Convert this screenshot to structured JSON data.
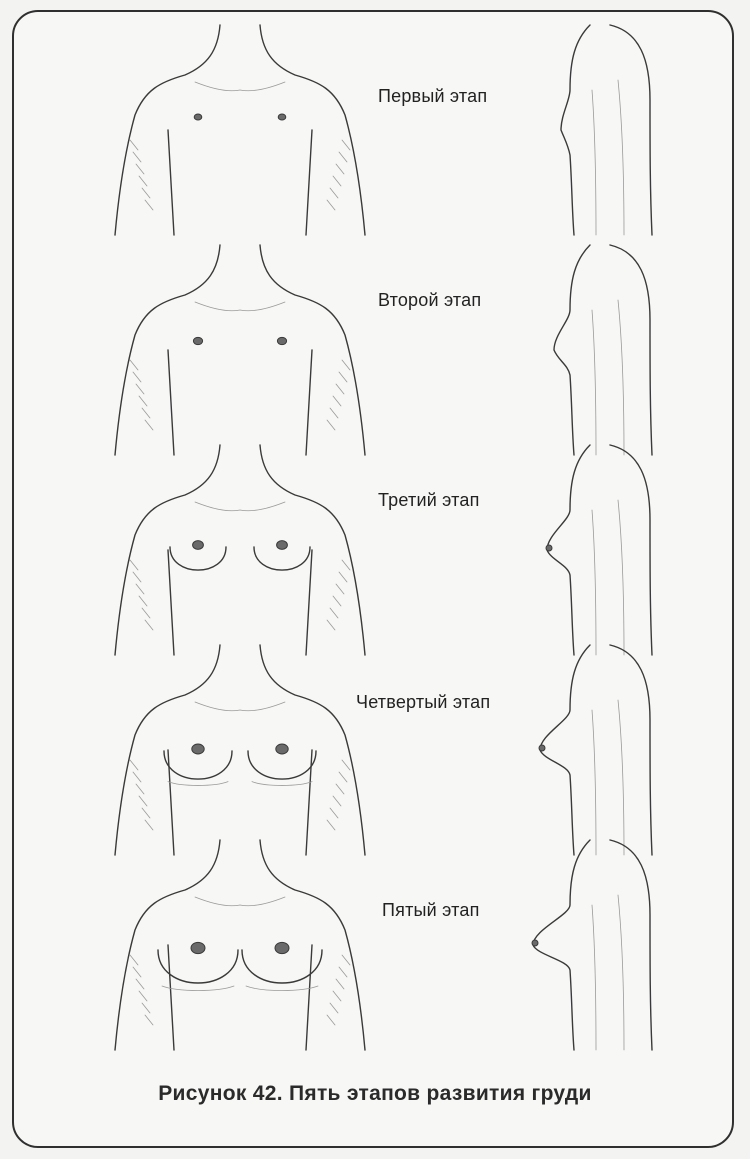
{
  "stages": [
    {
      "label": "Первый этап",
      "level": 1
    },
    {
      "label": "Второй этап",
      "level": 2
    },
    {
      "label": "Третий этап",
      "level": 3
    },
    {
      "label": "Четвертый этап",
      "level": 4
    },
    {
      "label": "Пятый этап",
      "level": 5
    }
  ],
  "caption": "Рисунок 42. Пять этапов развития груди"
}
